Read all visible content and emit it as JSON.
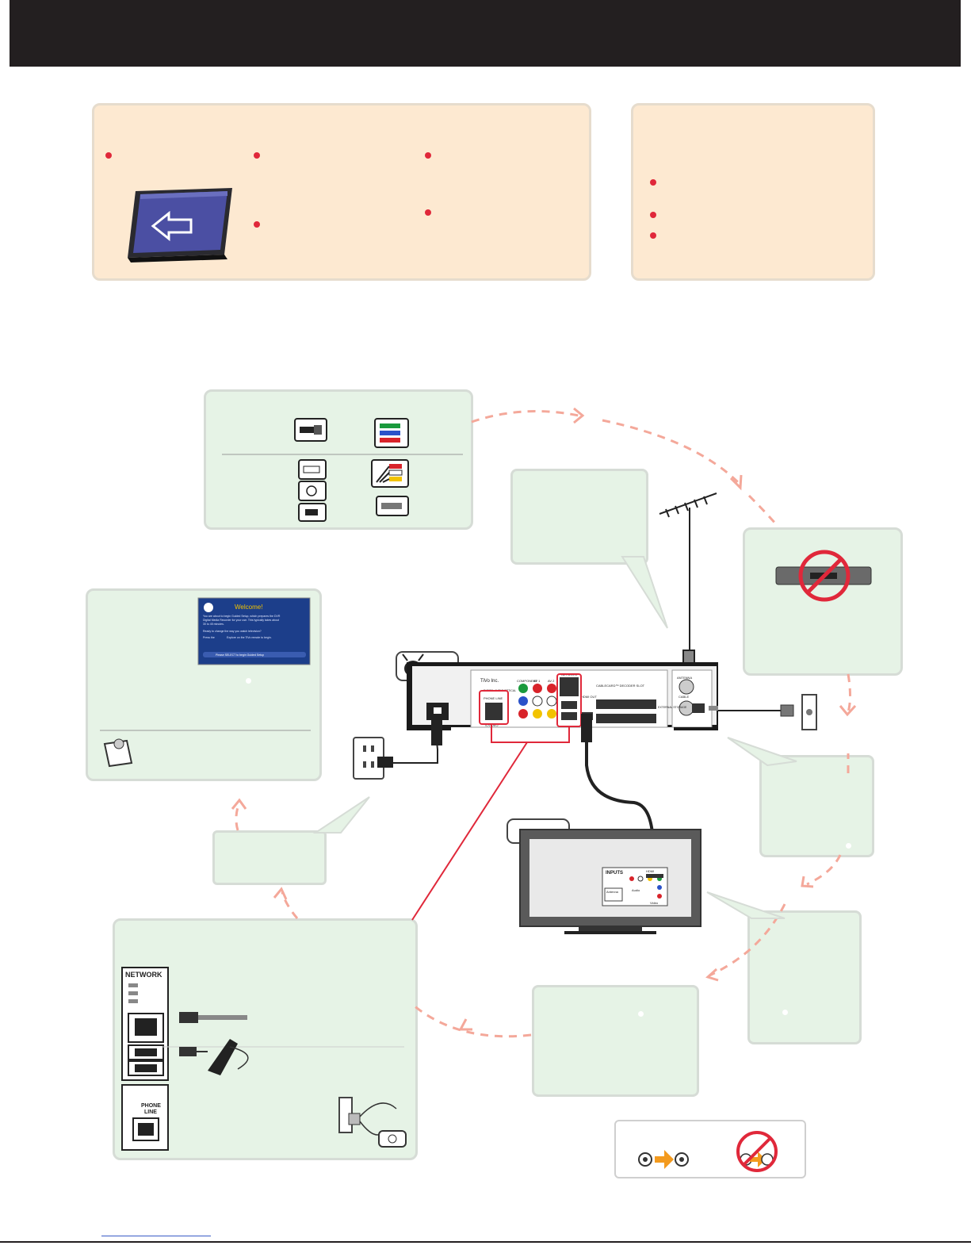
{
  "header": {
    "title": ""
  },
  "colors": {
    "header_bg": "#231f20",
    "peach_panel": "#fde9d1",
    "mint_panel": "#e6f3e6",
    "bullet_red": "#e0283a",
    "dashed_arrow": "#f4a89a",
    "connector_line": "#e0283a",
    "cablecard_blue": "#4b4fa3"
  },
  "icons": [
    "cablecard-icon",
    "hdmi-cable-icon",
    "component-cable-icon",
    "optical-cable-icon",
    "svideo-cable-icon",
    "usb-cable-icon",
    "composite-cable-icon",
    "coax-cable-icon",
    "antenna-icon",
    "cable-box-prohibited-icon",
    "tivo-logo-icon",
    "power-outlet-icon",
    "coax-wall-jack-icon",
    "welcome-screen-icon",
    "note-pin-icon",
    "ethernet-cable-icon",
    "wireless-adapter-icon",
    "phone-wall-jack-icon",
    "telephone-icon",
    "television-icon"
  ],
  "welcome_screen": {
    "title": "Welcome!",
    "line1": "You are about to begin Guided Setup, which prepares the DVR",
    "line2": "Digital Media Recorder for your use. This typically takes about",
    "line3": "30 to 45 minutes.",
    "line4": "Ready to change the way you watch television?",
    "line5": "Press the",
    "line5b": "Explore on the TiVo remote to begin.",
    "button": "Please SELECT to begin Guided Setup"
  },
  "tivo_box": {
    "brand": "TiVo Inc.",
    "labels": {
      "component": "COMPONENT",
      "av1": "AV 1",
      "av2": "AV 2",
      "digital_audio": "DIGITAL AUDIO OPTICAL",
      "network": "NETWORK",
      "phone_line": "PHONE LINE",
      "svideo": "S-VIDEO",
      "hdmi_out": "HDMI OUT",
      "cablecard_slots": "CABLECARD™ DECODER SLOT",
      "antenna": "ANTENNA",
      "cable": "CABLE",
      "external_storage": "EXTERNAL STORAGE"
    }
  },
  "tv": {
    "inputs_label": "INPUTS",
    "hdmi": "HDMI",
    "audio": "Audio",
    "video": "Video",
    "antenna": "Antenna"
  },
  "network_panel": {
    "network_label": "NETWORK",
    "phone_label_1": "PHONE",
    "phone_label_2": "LINE"
  }
}
